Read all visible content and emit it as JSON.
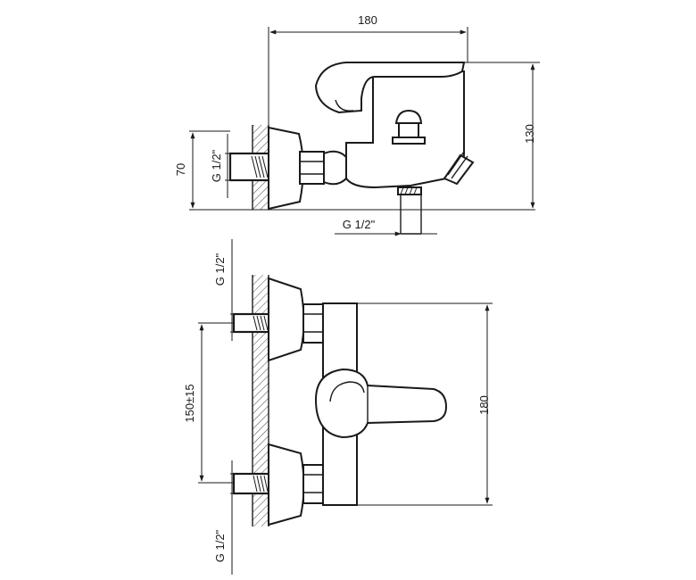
{
  "top_view": {
    "width_label": "180",
    "height_label": "130",
    "offset_label": "70",
    "inlet_label": "G 1/2\"",
    "outlet_label": "G 1/2\""
  },
  "front_view": {
    "top_inlet_label": "G 1/2\"",
    "spacing_label": "150±15",
    "bottom_inlet_label": "G 1/2\"",
    "height_label": "180"
  }
}
